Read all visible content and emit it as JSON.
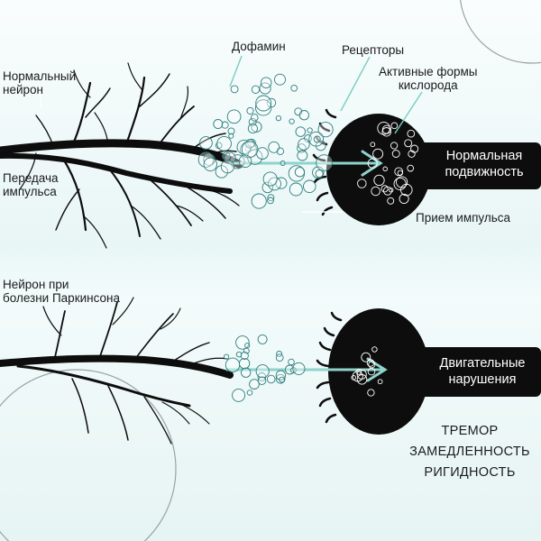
{
  "labels": {
    "normal_neuron": [
      "Нормальный",
      "нейрон"
    ],
    "dopamine": "Дофамин",
    "receptors": "Рецепторы",
    "ros": [
      "Активные формы",
      "кислорода"
    ],
    "impulse_transfer": [
      "Передача",
      "импульса"
    ],
    "normal_mobility": [
      "Нормальная",
      "подвижность"
    ],
    "impulse_reception": "Прием импульса",
    "parkinson_neuron": [
      "Нейрон при",
      "болезни Паркинсона"
    ],
    "motor_disorders": [
      "Двигательные",
      "нарушения"
    ]
  },
  "symptoms": [
    "ТРЕМОР",
    "ЗАМЕДЛЕННОСТЬ",
    "РИГИДНОСТЬ"
  ],
  "colors": {
    "neuron": "#0d0d0d",
    "arrow": "#8fd3cc",
    "bubble": "#2e7f7f",
    "pointer_line": "#79cdc4",
    "background": "#eef8f8"
  }
}
